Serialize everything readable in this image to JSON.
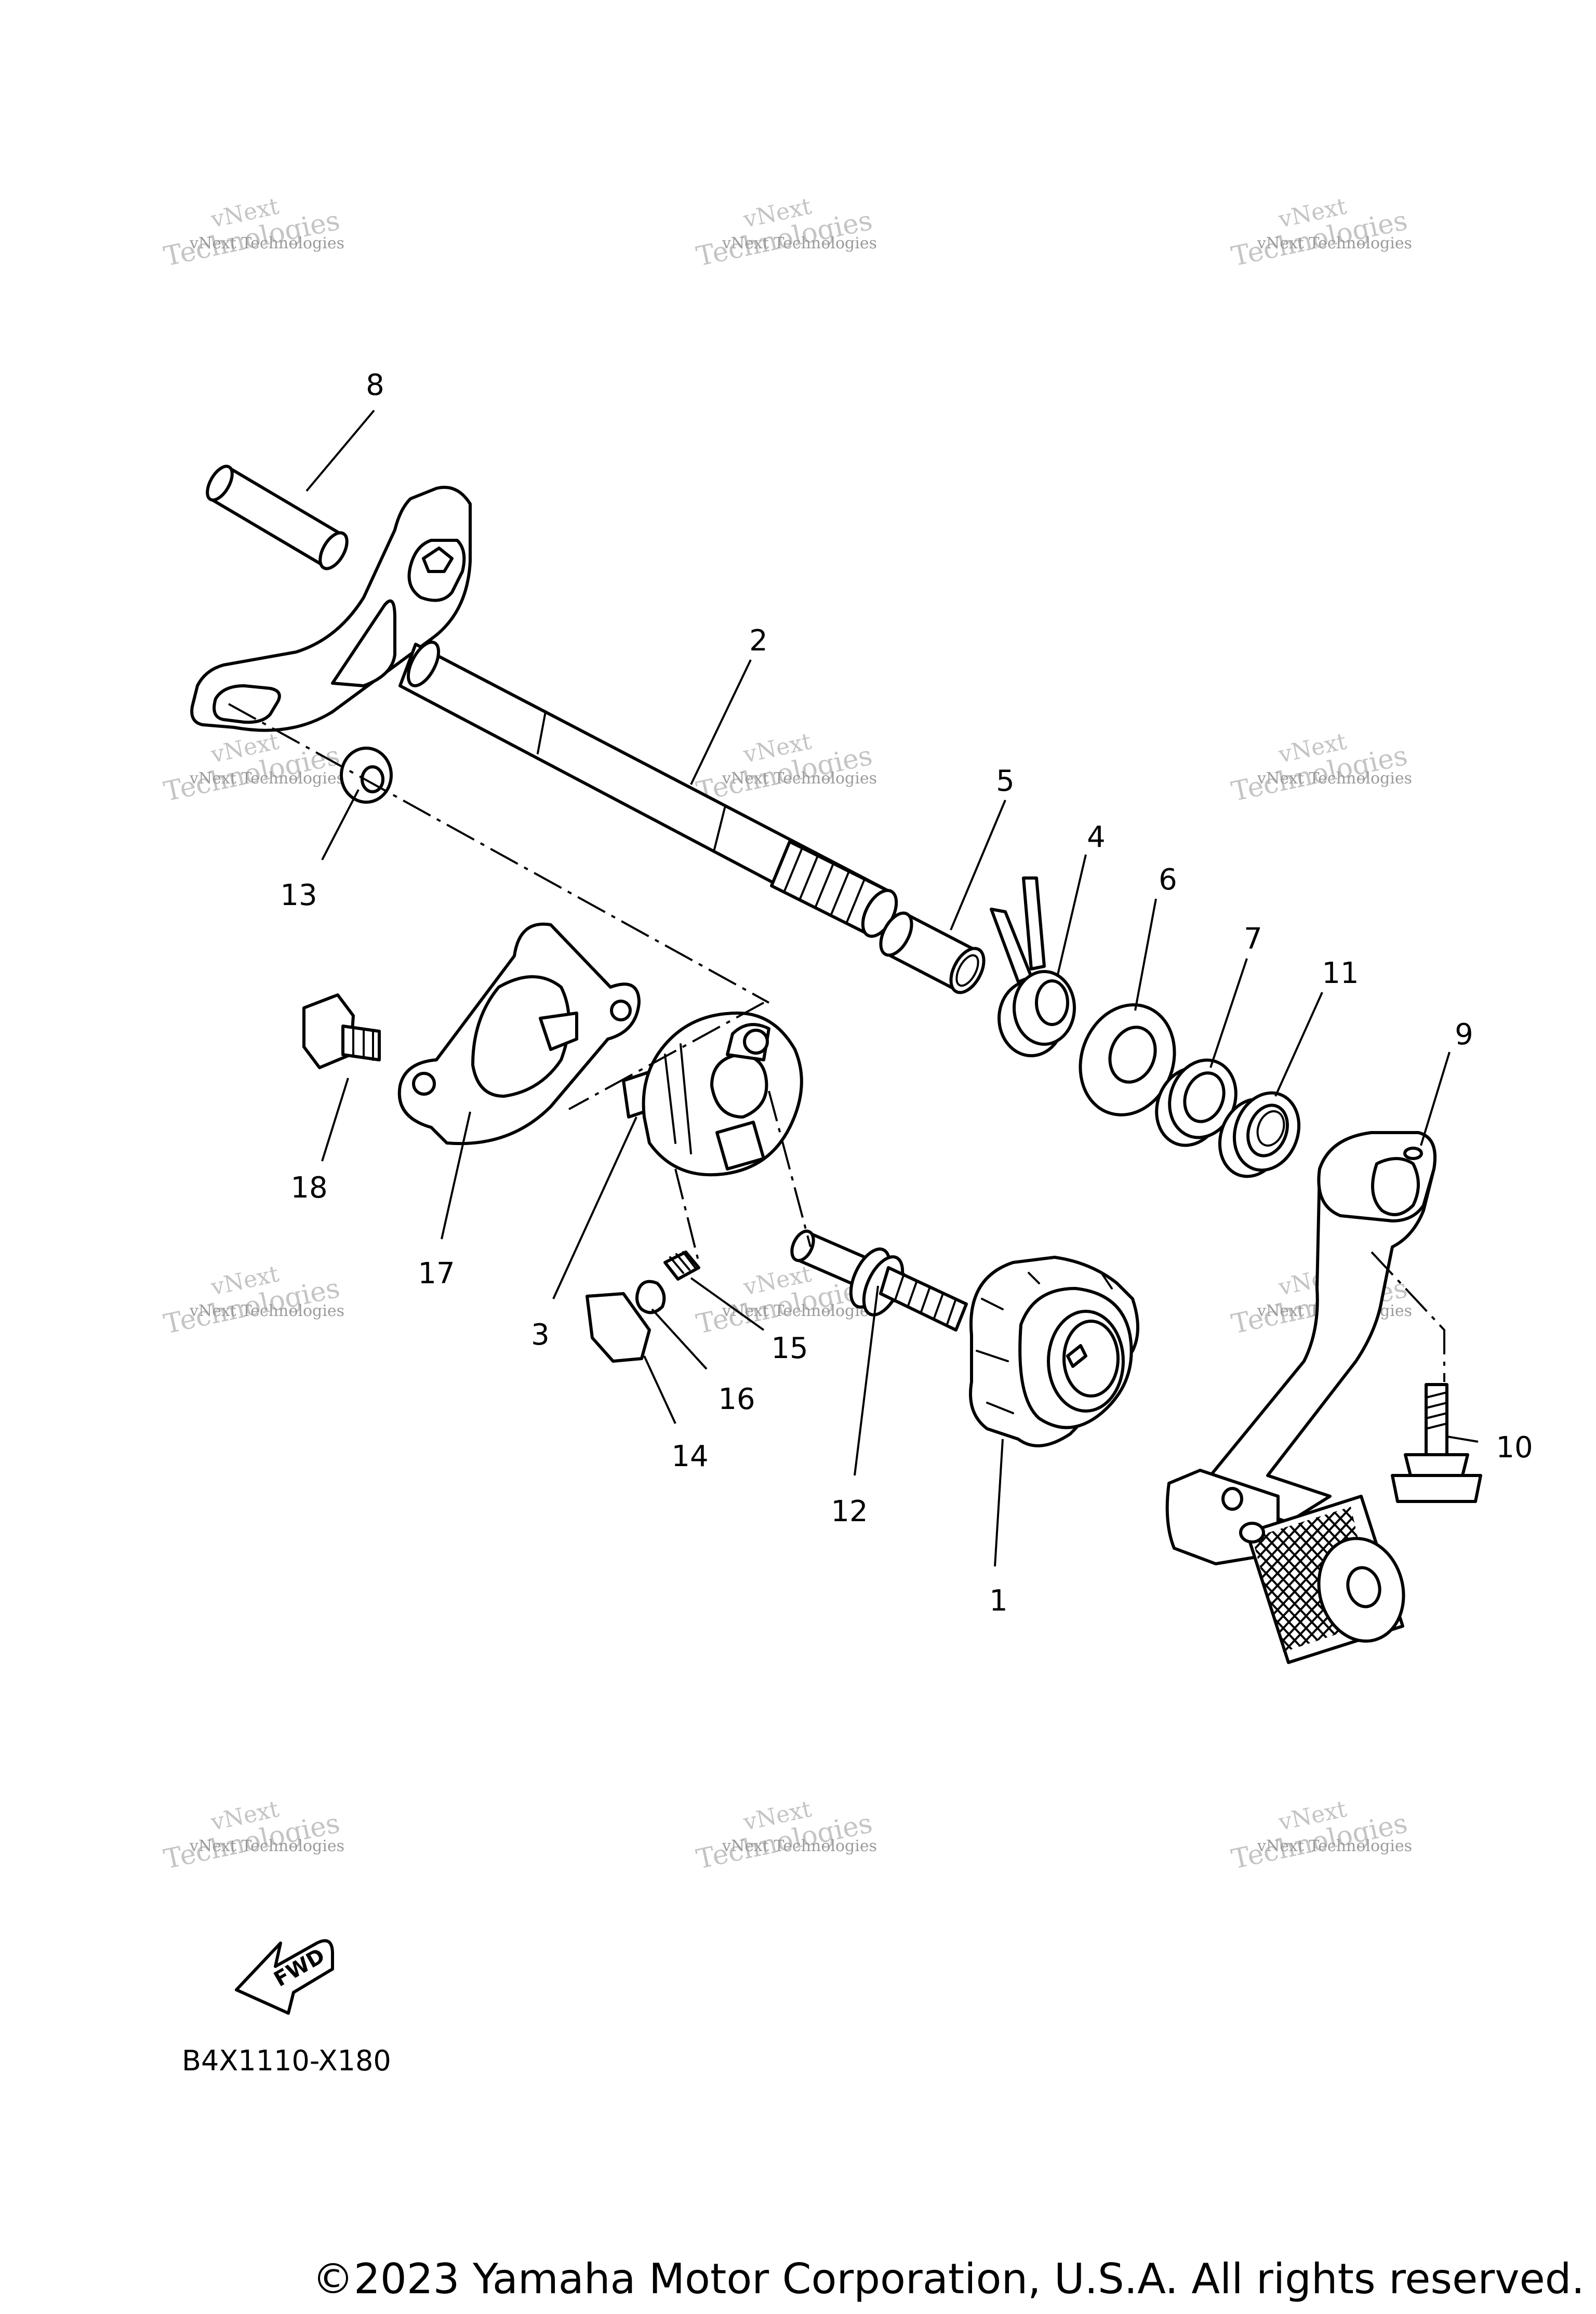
{
  "diagram": {
    "callouts": [
      "8",
      "2",
      "13",
      "5",
      "4",
      "6",
      "7",
      "11",
      "9",
      "18",
      "17",
      "3",
      "15",
      "16",
      "14",
      "12",
      "1",
      "10"
    ],
    "watermark": {
      "line_top": "vNext",
      "line_small": "vNext Technologies",
      "line_big": "Technologies"
    },
    "fwd_label": "FWD",
    "diagram_code": "B4X1110-X180"
  },
  "footer": {
    "copyright": "©2023 Yamaha Motor Corporation, U.S.A. All rights reserved."
  }
}
